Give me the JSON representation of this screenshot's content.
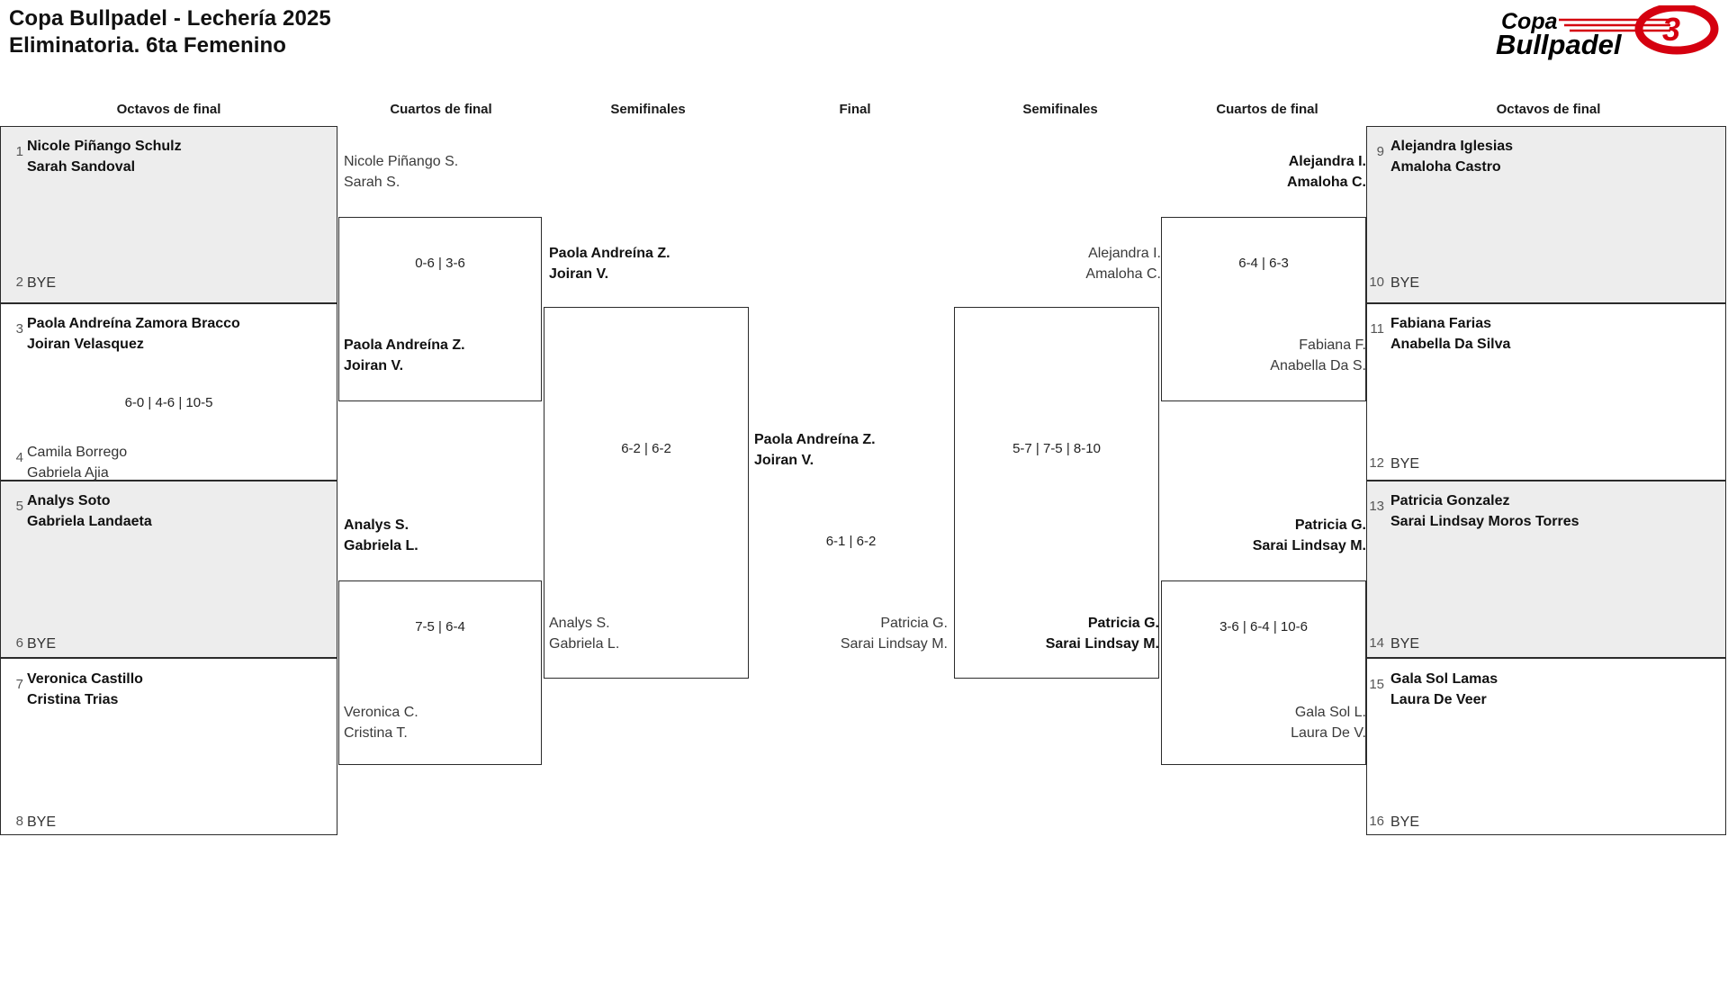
{
  "header": {
    "title_line1": "Copa Bullpadel - Lechería 2025",
    "title_line2": "Eliminatoria. 6ta Femenino",
    "logo": {
      "name": "copa-bullpadel-logo",
      "text_top": "Copa",
      "text_bottom": "Bullpadel",
      "accent_color": "#d5000f",
      "text_color": "#000000"
    }
  },
  "round_headers": {
    "left_octavos": "Octavos de final",
    "left_cuartos": "Cuartos de final",
    "left_semis": "Semifinales",
    "final": "Final",
    "right_semis": "Semifinales",
    "right_cuartos": "Cuartos de final",
    "right_octavos": "Octavos de final"
  },
  "labels": {
    "bye": "BYE"
  },
  "left": {
    "octavos": [
      {
        "seed": "1",
        "line1": "Nicole Piñango Schulz",
        "line2": "Sarah Sandoval",
        "result": "win",
        "shaded": true
      },
      {
        "seed": "2",
        "bye": "BYE"
      },
      {
        "seed": "3",
        "line1": "Paola Andreína Zamora Bracco",
        "line2": "Joiran Velasquez",
        "result": "win",
        "shaded": false
      },
      {
        "seed": "4",
        "line1": "Camila Borrego",
        "line2": "Gabriela Ajia",
        "result": "lose",
        "shaded": false
      },
      {
        "seed": "5",
        "line1": "Analys Soto",
        "line2": "Gabriela Landaeta",
        "result": "win",
        "shaded": true
      },
      {
        "seed": "6",
        "bye": "BYE"
      },
      {
        "seed": "7",
        "line1": "Veronica Castillo",
        "line2": "Cristina Trias",
        "result": "win",
        "shaded": false
      },
      {
        "seed": "8",
        "bye": "BYE"
      }
    ],
    "octavos_scores": [
      "",
      "6-0 | 4-6 | 10-5",
      "",
      ""
    ],
    "cuartos": [
      {
        "top": {
          "line1": "Nicole Piñango S.",
          "line2": "Sarah S.",
          "result": "lose"
        },
        "bottom": {
          "line1": "Paola Andreína Z.",
          "line2": "Joiran V.",
          "result": "win"
        },
        "score": "0-6 | 3-6"
      },
      {
        "top": {
          "line1": "Analys S.",
          "line2": "Gabriela L.",
          "result": "win"
        },
        "bottom": {
          "line1": "Veronica C.",
          "line2": "Cristina T.",
          "result": "lose"
        },
        "score": "7-5 | 6-4"
      }
    ],
    "semis": [
      {
        "top": {
          "line1": "Paola Andreína Z.",
          "line2": "Joiran V.",
          "result": "win"
        },
        "bottom": {
          "line1": "Analys S.",
          "line2": "Gabriela L.",
          "result": "lose"
        },
        "score": "6-2 | 6-2"
      }
    ]
  },
  "final": {
    "winner": {
      "line1": "Paola Andreína Z.",
      "line2": "Joiran V."
    },
    "runner_up": {
      "line1": "Patricia G.",
      "line2": "Sarai Lindsay M."
    },
    "score": "6-1 | 6-2"
  },
  "right": {
    "semis": [
      {
        "top": {
          "line1": "Alejandra I.",
          "line2": "Amaloha C.",
          "result": "lose"
        },
        "bottom": {
          "line1": "Patricia G.",
          "line2": "Sarai Lindsay M.",
          "result": "win"
        },
        "score": "5-7 | 7-5 | 8-10"
      }
    ],
    "cuartos": [
      {
        "top": {
          "line1": "Alejandra I.",
          "line2": "Amaloha C.",
          "result": "win"
        },
        "bottom": {
          "line1": "Fabiana F.",
          "line2": "Anabella Da S.",
          "result": "lose"
        },
        "score": "6-4 | 6-3"
      },
      {
        "top": {
          "line1": "Patricia G.",
          "line2": "Sarai Lindsay M.",
          "result": "win"
        },
        "bottom": {
          "line1": "Gala Sol L.",
          "line2": "Laura De V.",
          "result": "lose"
        },
        "score": "3-6 | 6-4 | 10-6"
      }
    ],
    "octavos": [
      {
        "seed": "9",
        "line1": "Alejandra Iglesias",
        "line2": "Amaloha Castro",
        "result": "win",
        "shaded": true
      },
      {
        "seed": "10",
        "bye": "BYE"
      },
      {
        "seed": "11",
        "line1": "Fabiana Farias",
        "line2": "Anabella Da Silva",
        "result": "win",
        "shaded": false
      },
      {
        "seed": "12",
        "bye": "BYE"
      },
      {
        "seed": "13",
        "line1": "Patricia Gonzalez",
        "line2": "Sarai Lindsay Moros Torres",
        "result": "win",
        "shaded": true
      },
      {
        "seed": "14",
        "bye": "BYE"
      },
      {
        "seed": "15",
        "line1": "Gala Sol Lamas",
        "line2": "Laura De Veer",
        "result": "win",
        "shaded": false
      },
      {
        "seed": "16",
        "bye": "BYE"
      }
    ]
  }
}
